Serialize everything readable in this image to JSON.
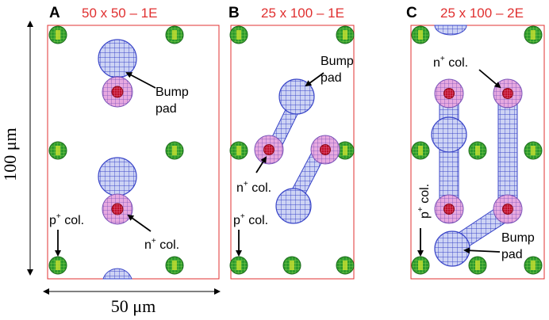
{
  "panels": [
    {
      "letter": "A",
      "title": "50 x 50 – 1E",
      "label_p": "p",
      "label_p_sup": "+",
      "label_p_rest": " col.",
      "label_n": "n",
      "label_n_sup": "+",
      "label_n_rest": " col.",
      "label_bump_1": "Bump",
      "label_bump_2": "pad"
    },
    {
      "letter": "B",
      "title": "25 x 100 – 1E",
      "label_p": "p",
      "label_p_sup": "+",
      "label_p_rest": " col.",
      "label_n": "n",
      "label_n_sup": "+",
      "label_n_rest": " col.",
      "label_bump_1": "Bump",
      "label_bump_2": "pad"
    },
    {
      "letter": "C",
      "title": "25 x 100 – 2E",
      "label_p": "p",
      "label_p_sup": "+",
      "label_p_rest": " col.",
      "label_n": "n",
      "label_n_sup": "+",
      "label_n_rest": " col.",
      "label_bump_1": "Bump",
      "label_bump_2": "pad"
    }
  ],
  "dim_vertical": "100 μm",
  "dim_horizontal": "50 μm",
  "colors": {
    "frame": "#e03030",
    "title": "#e03030",
    "p_fill": "#2a8a2a",
    "p_core": "#c8e030",
    "n_fill": "#d880d0",
    "n_core": "#c0102a",
    "bump": "#3a46c8",
    "bump_fill": "#aab4ee"
  }
}
